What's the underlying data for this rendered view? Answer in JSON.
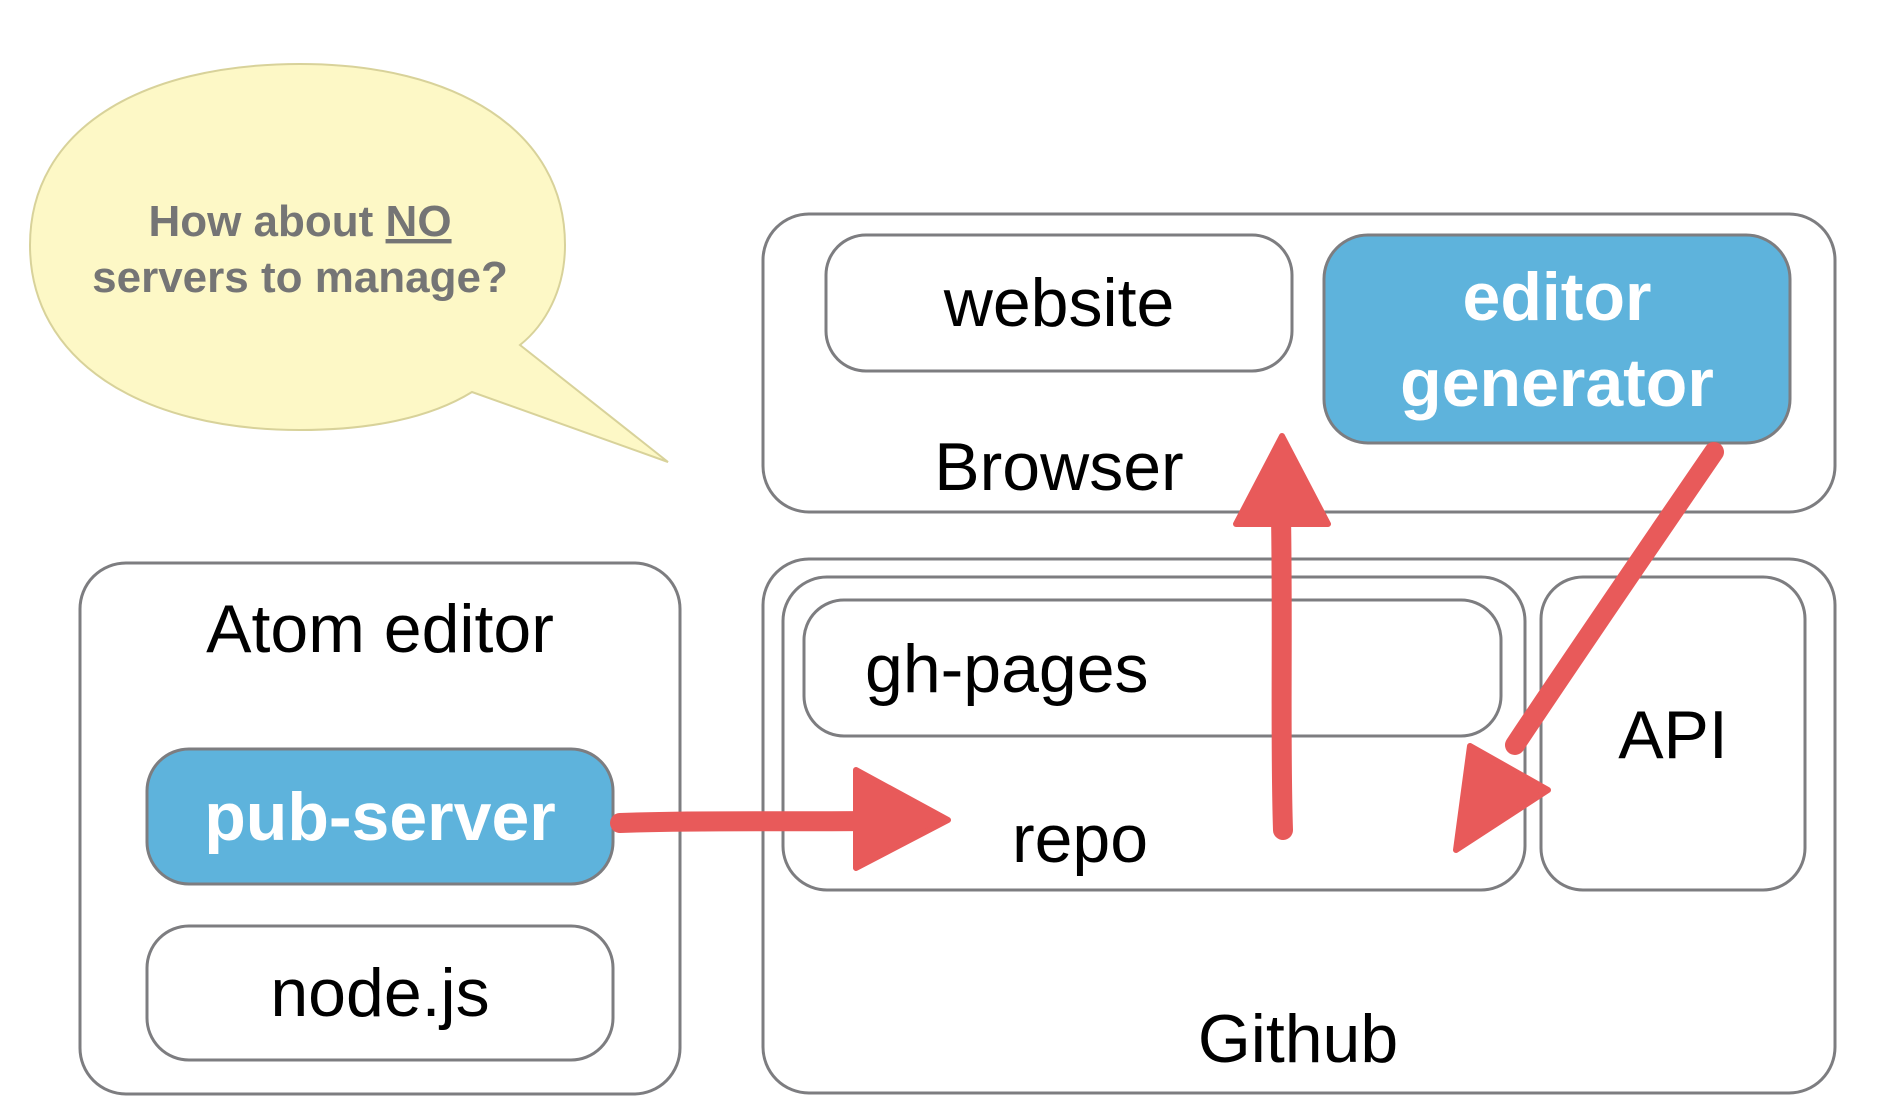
{
  "bubble": {
    "line1_prefix": "How about ",
    "line1_emphasis": "NO",
    "line2": "servers to manage?"
  },
  "browser": {
    "label": "Browser",
    "website_label": "website",
    "editor_generator_line1": "editor",
    "editor_generator_line2": "generator"
  },
  "atom": {
    "label": "Atom editor",
    "pub_server_label": "pub-server",
    "node_label": "node.js"
  },
  "github": {
    "label": "Github",
    "gh_pages_label": "gh-pages",
    "repo_label": "repo",
    "api_label": "API"
  },
  "colors": {
    "accent_blue": "#5eb3dc",
    "arrow_red": "#e85a5a",
    "bubble_fill": "#fdf8c6",
    "box_stroke": "#7d7d80"
  },
  "edges": [
    {
      "from": "pub-server",
      "to": "repo"
    },
    {
      "from": "repo",
      "to": "Browser"
    },
    {
      "from": "editor generator",
      "to": "repo"
    }
  ]
}
